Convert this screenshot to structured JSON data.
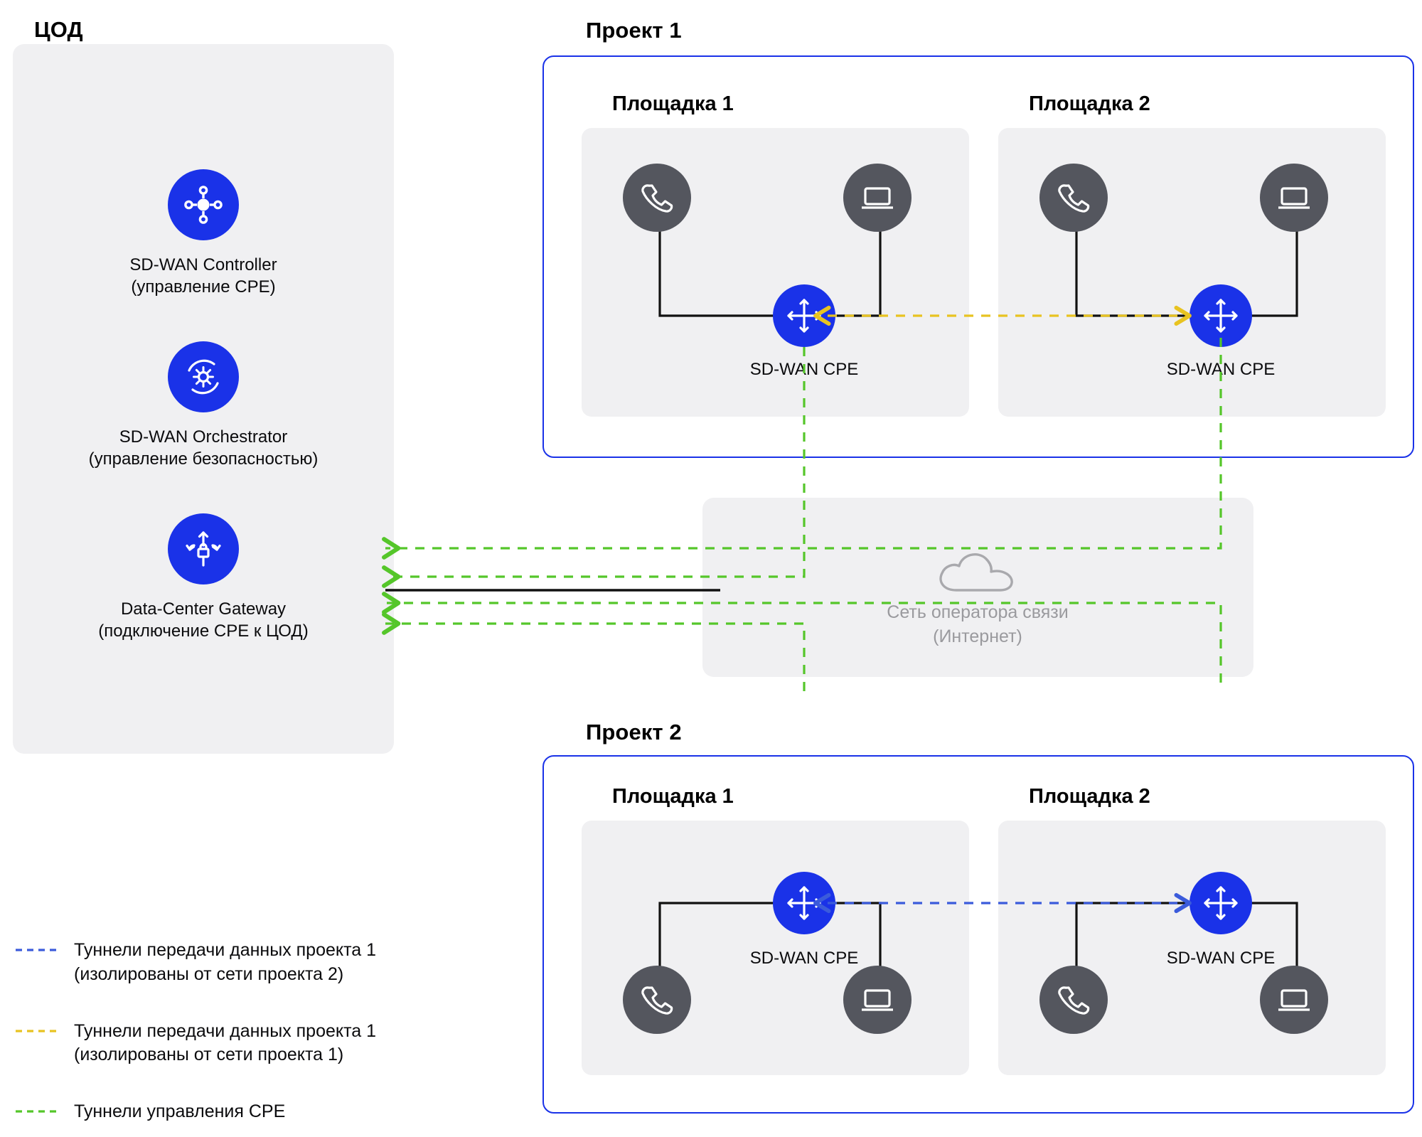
{
  "datacenter": {
    "title": "ЦОД",
    "nodes": [
      {
        "icon": "sdwan-controller-icon",
        "label_line1": "SD-WAN Controller",
        "label_line2": "(управление CPE)"
      },
      {
        "icon": "sdwan-orchestrator-icon",
        "label_line1": "SD-WAN Orchestrator",
        "label_line2": "(управление безопасностью)"
      },
      {
        "icon": "data-center-gateway-icon",
        "label_line1": "Data-Center Gateway",
        "label_line2": "(подключение CPE к ЦОД)"
      }
    ]
  },
  "projects": [
    {
      "title": "Проект 1",
      "sites": [
        {
          "title": "Площадка 1",
          "cpe_label": "SD-WAN CPE",
          "endpoints": [
            "phone-icon",
            "laptop-icon"
          ]
        },
        {
          "title": "Площадка 2",
          "cpe_label": "SD-WAN CPE",
          "endpoints": [
            "phone-icon",
            "laptop-icon"
          ]
        }
      ]
    },
    {
      "title": "Проект 2",
      "sites": [
        {
          "title": "Площадка 1",
          "cpe_label": "SD-WAN CPE",
          "endpoints": [
            "phone-icon",
            "laptop-icon"
          ]
        },
        {
          "title": "Площадка 2",
          "cpe_label": "SD-WAN CPE",
          "endpoints": [
            "phone-icon",
            "laptop-icon"
          ]
        }
      ]
    }
  ],
  "cloud": {
    "icon": "cloud-icon",
    "label_line1": "Сеть оператора связи",
    "label_line2": "(Интернет)"
  },
  "legend": [
    {
      "color": "#3b5bdb",
      "text": "Туннели передачи данных проекта 1\n(изолированы от сети проекта 2)"
    },
    {
      "color": "#e8c321",
      "text": "Туннели передачи данных проекта 1\n(изолированы от сети проекта 1)"
    },
    {
      "color": "#55c62a",
      "text": "Туннели управления CPE"
    }
  ],
  "colors": {
    "blue_node": "#1a32e8",
    "grey_node": "#54565e",
    "panel_bg": "#f0f0f2",
    "project_border": "#1a32e8",
    "tunnel_project1_blue": "#3b5bdb",
    "tunnel_project1_yellow": "#e8c321",
    "tunnel_mgmt_green": "#55c62a",
    "cloud_grey": "#9a9a9e"
  }
}
